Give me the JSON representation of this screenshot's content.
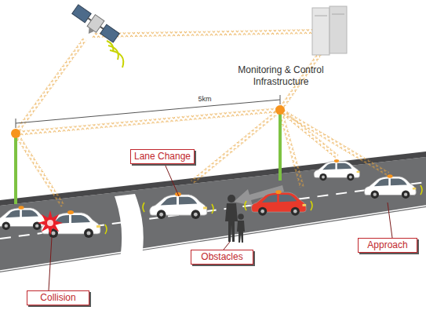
{
  "diagram": {
    "nodes": [
      {
        "text": [
          "Lane Change"
        ]
      },
      {
        "text": [
          "Approach"
        ]
      },
      {
        "text": [
          "Obstacles"
        ]
      },
      {
        "text": [
          "Collision"
        ]
      }
    ],
    "labels": [
      "Monitoring & Control Infrastructure",
      "5km"
    ]
  }
}
